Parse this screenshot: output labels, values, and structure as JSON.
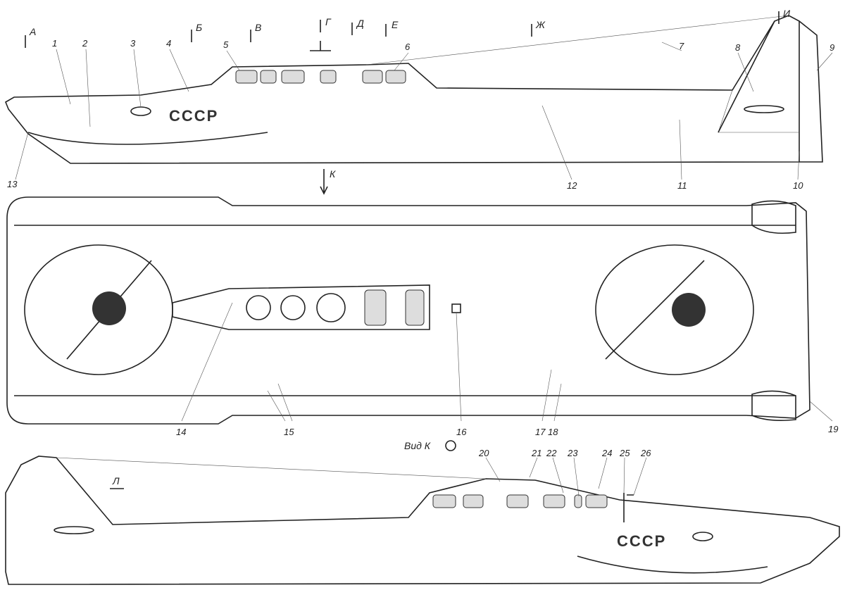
{
  "title": "Hovercraft general arrangement drawing",
  "hull_marking": "СССР",
  "view_label": "Вид К",
  "view_arrow": "К",
  "section_label_bottom": "Л",
  "sections": [
    "А",
    "Б",
    "В",
    "Г",
    "Д",
    "Е",
    "Ж",
    "И"
  ],
  "callouts_top": [
    "1",
    "2",
    "3",
    "4",
    "5",
    "6",
    "7",
    "8",
    "9",
    "10",
    "11",
    "12",
    "13"
  ],
  "callouts_plan": [
    "14",
    "15",
    "16",
    "17",
    "18",
    "19"
  ],
  "callouts_bottom": [
    "20",
    "21",
    "22",
    "23",
    "24",
    "25",
    "26"
  ]
}
